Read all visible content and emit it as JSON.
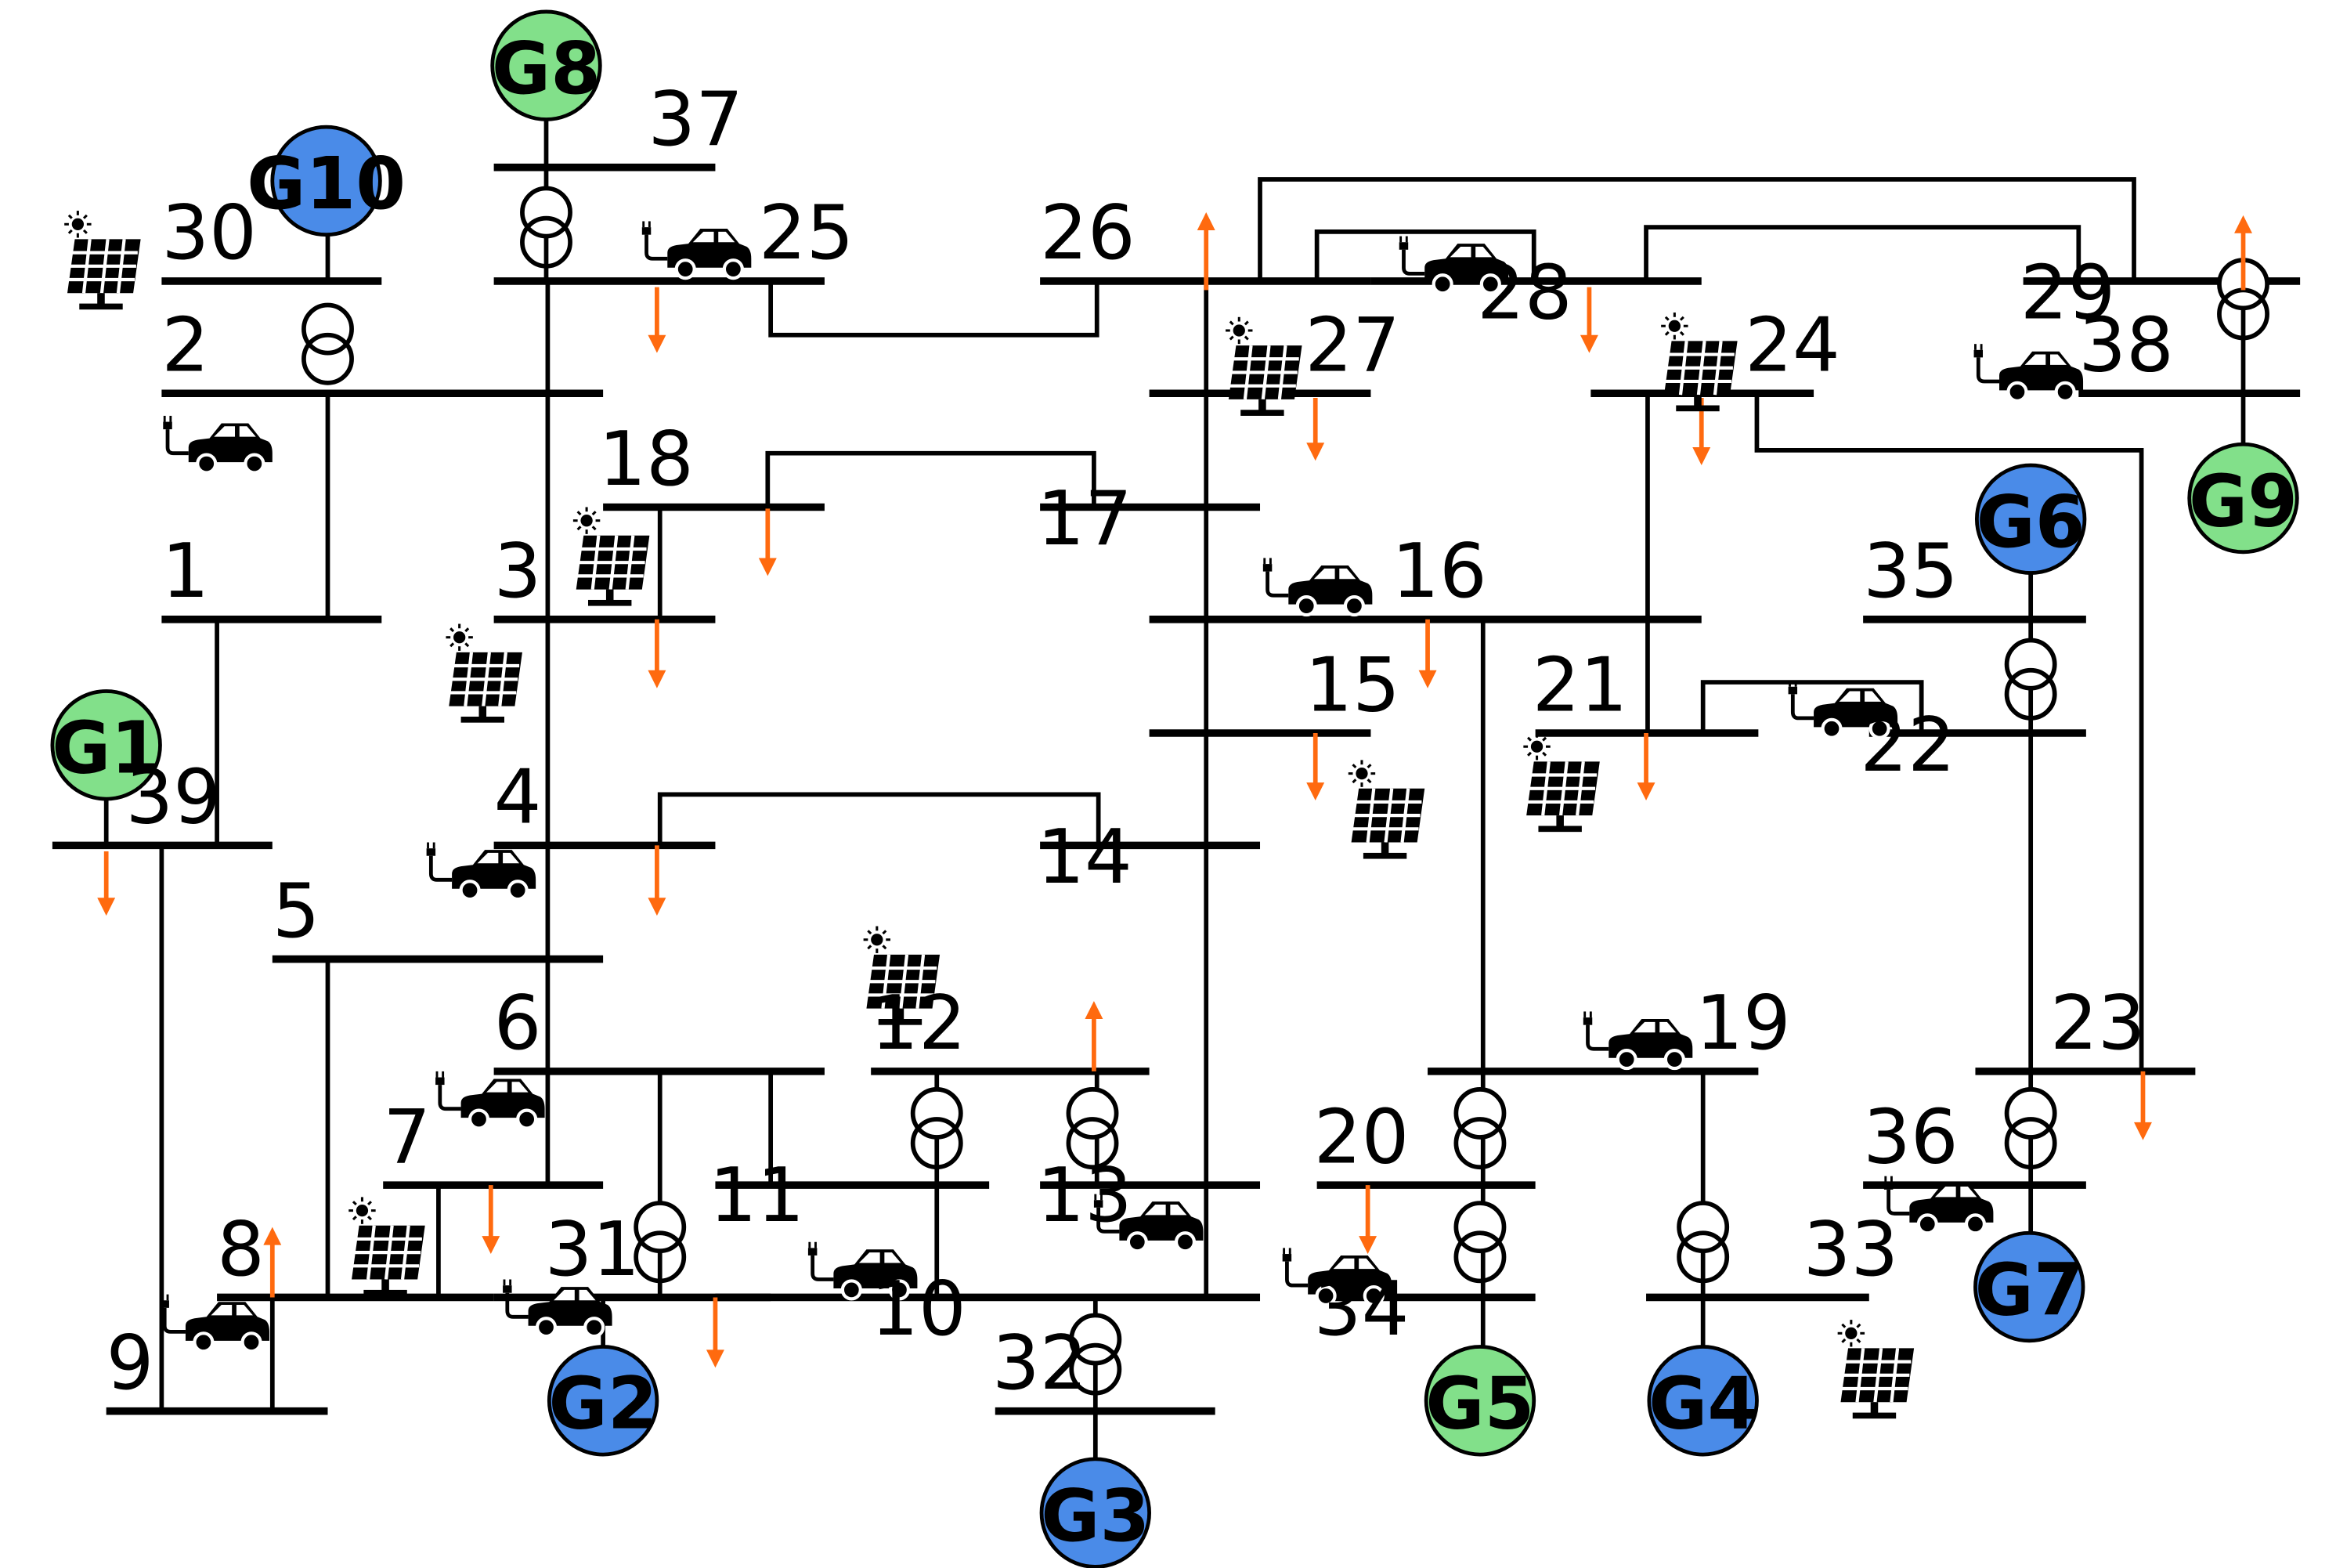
{
  "colors": {
    "line": "#000000",
    "load_arrow": "#ff6a0f",
    "gen_green": "#82e08a",
    "gen_blue": "#4a8be8"
  },
  "icons": {
    "solar": "solar-panel-icon",
    "ev": "electric-car-icon",
    "sun": "sun-icon",
    "transformer": "transformer-icon",
    "load": "load-arrow-icon",
    "injection": "injection-arrow-icon"
  },
  "generators": [
    {
      "id": "G1",
      "label": "G1",
      "color": "green"
    },
    {
      "id": "G2",
      "label": "G2",
      "color": "blue"
    },
    {
      "id": "G3",
      "label": "G3",
      "color": "blue"
    },
    {
      "id": "G4",
      "label": "G4",
      "color": "blue"
    },
    {
      "id": "G5",
      "label": "G5",
      "color": "green"
    },
    {
      "id": "G6",
      "label": "G6",
      "color": "blue"
    },
    {
      "id": "G7",
      "label": "G7",
      "color": "blue"
    },
    {
      "id": "G8",
      "label": "G8",
      "color": "green"
    },
    {
      "id": "G9",
      "label": "G9",
      "color": "green"
    },
    {
      "id": "G10",
      "label": "G10",
      "color": "blue"
    }
  ],
  "buses": [
    {
      "id": "1",
      "label": "1"
    },
    {
      "id": "2",
      "label": "2"
    },
    {
      "id": "3",
      "label": "3"
    },
    {
      "id": "4",
      "label": "4"
    },
    {
      "id": "5",
      "label": "5"
    },
    {
      "id": "6",
      "label": "6"
    },
    {
      "id": "7",
      "label": "7"
    },
    {
      "id": "8",
      "label": "8"
    },
    {
      "id": "9",
      "label": "9"
    },
    {
      "id": "10",
      "label": "10"
    },
    {
      "id": "11",
      "label": "11"
    },
    {
      "id": "12",
      "label": "12"
    },
    {
      "id": "13",
      "label": "13"
    },
    {
      "id": "14",
      "label": "14"
    },
    {
      "id": "15",
      "label": "15"
    },
    {
      "id": "16",
      "label": "16"
    },
    {
      "id": "17",
      "label": "17"
    },
    {
      "id": "18",
      "label": "18"
    },
    {
      "id": "19",
      "label": "19"
    },
    {
      "id": "20",
      "label": "20"
    },
    {
      "id": "21",
      "label": "21"
    },
    {
      "id": "22",
      "label": "22"
    },
    {
      "id": "23",
      "label": "23"
    },
    {
      "id": "24",
      "label": "24"
    },
    {
      "id": "25",
      "label": "25"
    },
    {
      "id": "26",
      "label": "26"
    },
    {
      "id": "27",
      "label": "27"
    },
    {
      "id": "28",
      "label": "28"
    },
    {
      "id": "29",
      "label": "29"
    },
    {
      "id": "30",
      "label": "30"
    },
    {
      "id": "31",
      "label": "31"
    },
    {
      "id": "32",
      "label": "32"
    },
    {
      "id": "33",
      "label": "33"
    },
    {
      "id": "34",
      "label": "34"
    },
    {
      "id": "35",
      "label": "35"
    },
    {
      "id": "36",
      "label": "36"
    },
    {
      "id": "37",
      "label": "37"
    },
    {
      "id": "38",
      "label": "38"
    },
    {
      "id": "39",
      "label": "39"
    }
  ]
}
